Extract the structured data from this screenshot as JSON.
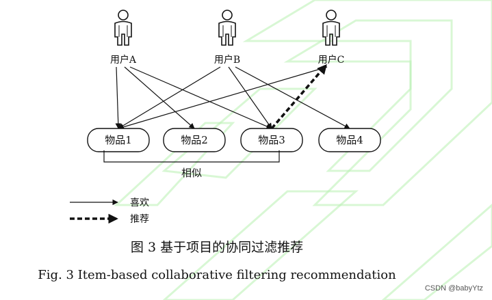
{
  "users": [
    {
      "id": "A",
      "label": "用户A"
    },
    {
      "id": "B",
      "label": "用户B"
    },
    {
      "id": "C",
      "label": "用户C"
    }
  ],
  "items": [
    {
      "id": "1",
      "label": "物品1"
    },
    {
      "id": "2",
      "label": "物品2"
    },
    {
      "id": "3",
      "label": "物品3"
    },
    {
      "id": "4",
      "label": "物品4"
    }
  ],
  "likes": [
    {
      "from": "A",
      "to": "1"
    },
    {
      "from": "A",
      "to": "2"
    },
    {
      "from": "A",
      "to": "3"
    },
    {
      "from": "B",
      "to": "1"
    },
    {
      "from": "B",
      "to": "3"
    },
    {
      "from": "B",
      "to": "4"
    },
    {
      "from": "C",
      "to": "1"
    }
  ],
  "recommends": [
    {
      "from": "3",
      "to": "C"
    }
  ],
  "similarity": {
    "items": [
      "1",
      "3"
    ],
    "label": "相似"
  },
  "legend": {
    "like_label": "喜欢",
    "recommend_label": "推荐"
  },
  "caption_cn": "图 3 基于项目的协同过滤推荐",
  "caption_en": "Fig. 3 Item-based collaborative filtering recommendation",
  "watermark": "CSDN @babyYtz"
}
